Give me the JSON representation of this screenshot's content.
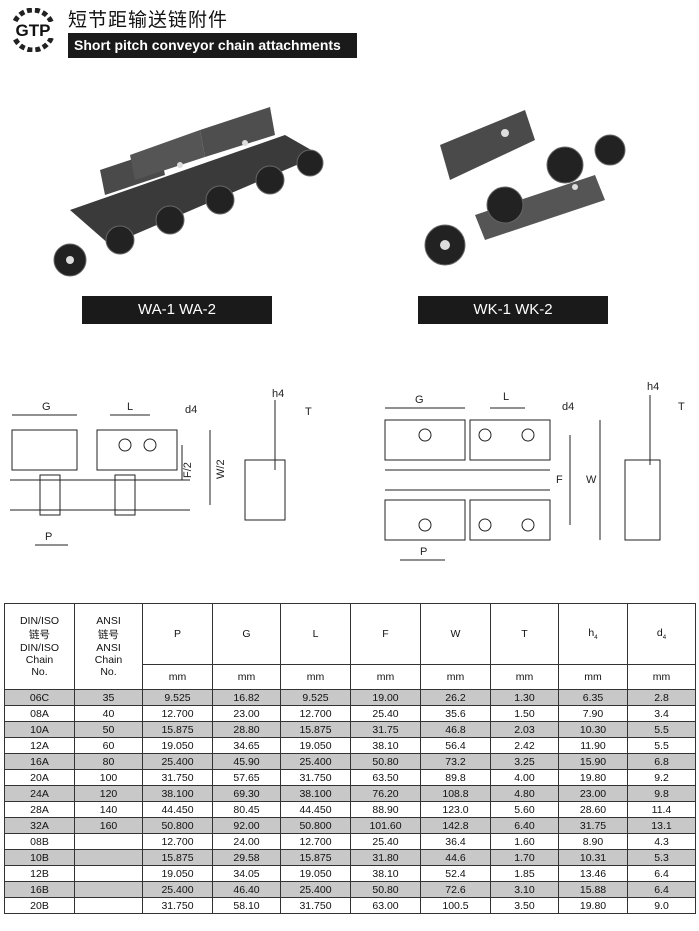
{
  "header": {
    "logo_text": "GTP",
    "title_cn": "短节距输送链附件",
    "title_en": "Short pitch conveyor chain attachments"
  },
  "photos": [
    {
      "label": "WA-1  WA-2"
    },
    {
      "label": "WK-1  WK-2"
    }
  ],
  "drawings": {
    "wa": {
      "G": "G",
      "L": "L",
      "d4": "d4",
      "F2": "F/2",
      "W2": "W/2",
      "P": "P",
      "h4": "h4",
      "T": "T"
    },
    "wk": {
      "G": "G",
      "L": "L",
      "d4": "d4",
      "F": "F",
      "W": "W",
      "P": "P",
      "h4": "h4",
      "T": "T"
    }
  },
  "table": {
    "headers": {
      "din": [
        "DIN/ISO",
        "链号",
        "DIN/ISO",
        "Chain",
        "No."
      ],
      "ansi": [
        "ANSI",
        "链号",
        "ANSI",
        "Chain",
        "No."
      ],
      "cols": [
        "P",
        "G",
        "L",
        "F",
        "W",
        "T",
        "h",
        "d"
      ],
      "sub": "4",
      "unit": "mm"
    },
    "rows": [
      [
        "06C",
        "35",
        "9.525",
        "16.82",
        "9.525",
        "19.00",
        "26.2",
        "1.30",
        "6.35",
        "2.8"
      ],
      [
        "08A",
        "40",
        "12.700",
        "23.00",
        "12.700",
        "25.40",
        "35.6",
        "1.50",
        "7.90",
        "3.4"
      ],
      [
        "10A",
        "50",
        "15.875",
        "28.80",
        "15.875",
        "31.75",
        "46.8",
        "2.03",
        "10.30",
        "5.5"
      ],
      [
        "12A",
        "60",
        "19.050",
        "34.65",
        "19.050",
        "38.10",
        "56.4",
        "2.42",
        "11.90",
        "5.5"
      ],
      [
        "16A",
        "80",
        "25.400",
        "45.90",
        "25.400",
        "50.80",
        "73.2",
        "3.25",
        "15.90",
        "6.8"
      ],
      [
        "20A",
        "100",
        "31.750",
        "57.65",
        "31.750",
        "63.50",
        "89.8",
        "4.00",
        "19.80",
        "9.2"
      ],
      [
        "24A",
        "120",
        "38.100",
        "69.30",
        "38.100",
        "76.20",
        "108.8",
        "4.80",
        "23.00",
        "9.8"
      ],
      [
        "28A",
        "140",
        "44.450",
        "80.45",
        "44.450",
        "88.90",
        "123.0",
        "5.60",
        "28.60",
        "11.4"
      ],
      [
        "32A",
        "160",
        "50.800",
        "92.00",
        "50.800",
        "101.60",
        "142.8",
        "6.40",
        "31.75",
        "13.1"
      ],
      [
        "08B",
        "",
        "12.700",
        "24.00",
        "12.700",
        "25.40",
        "36.4",
        "1.60",
        "8.90",
        "4.3"
      ],
      [
        "10B",
        "",
        "15.875",
        "29.58",
        "15.875",
        "31.80",
        "44.6",
        "1.70",
        "10.31",
        "5.3"
      ],
      [
        "12B",
        "",
        "19.050",
        "34.05",
        "19.050",
        "38.10",
        "52.4",
        "1.85",
        "13.46",
        "6.4"
      ],
      [
        "16B",
        "",
        "25.400",
        "46.40",
        "25.400",
        "50.80",
        "72.6",
        "3.10",
        "15.88",
        "6.4"
      ],
      [
        "20B",
        "",
        "31.750",
        "58.10",
        "31.750",
        "63.00",
        "100.5",
        "3.50",
        "19.80",
        "9.0"
      ]
    ]
  }
}
